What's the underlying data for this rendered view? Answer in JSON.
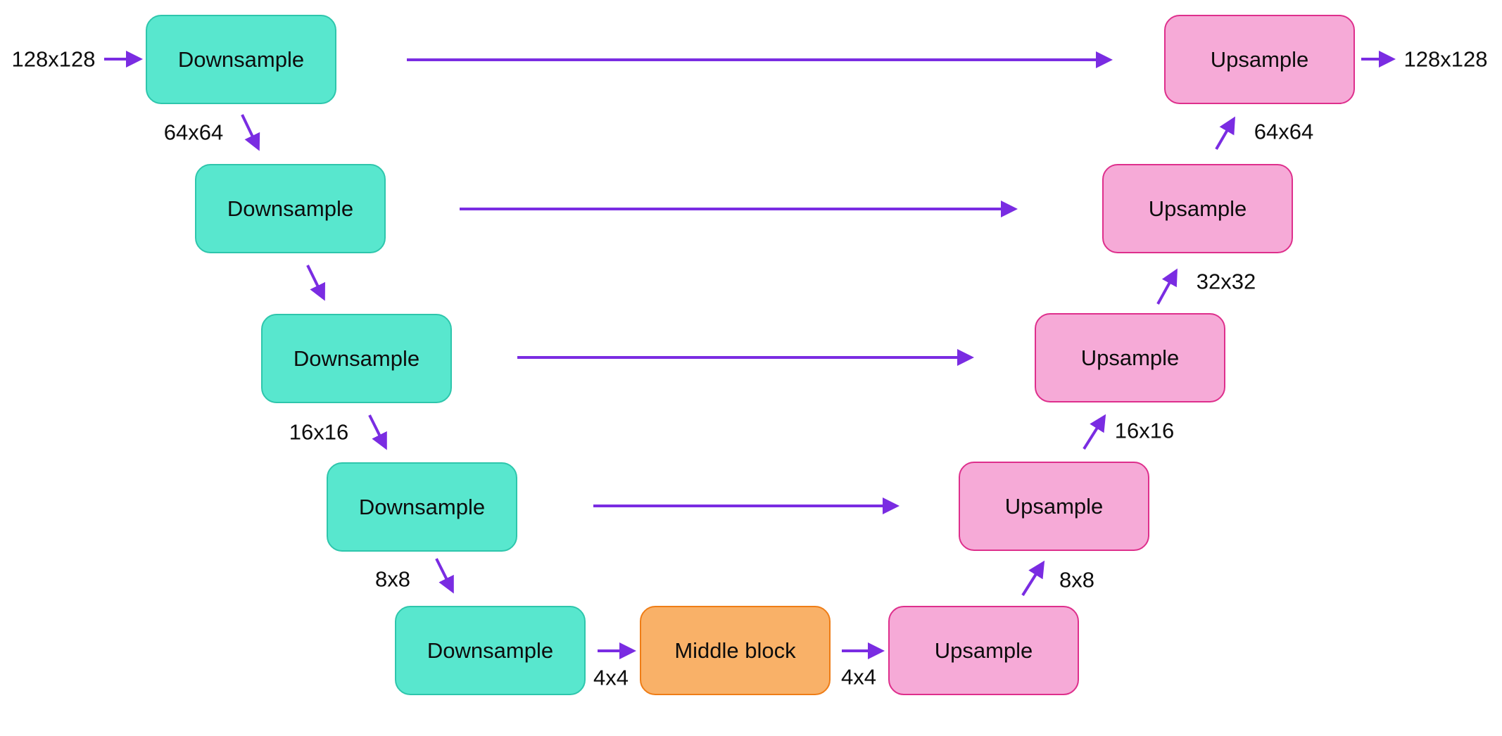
{
  "colors": {
    "background": "#ffffff",
    "text": "#0d0d0d",
    "downsample_fill": "#58e7ce",
    "downsample_border": "#2ec6ac",
    "upsample_fill": "#f6aad7",
    "upsample_border": "#de2f8c",
    "middle_fill": "#f9b168",
    "middle_border": "#ef7d16",
    "arrow": "#7a2ce2"
  },
  "blocks": {
    "downsample": [
      {
        "label": "Downsample"
      },
      {
        "label": "Downsample"
      },
      {
        "label": "Downsample"
      },
      {
        "label": "Downsample"
      },
      {
        "label": "Downsample"
      }
    ],
    "middle": {
      "label": "Middle block"
    },
    "upsample": [
      {
        "label": "Upsample"
      },
      {
        "label": "Upsample"
      },
      {
        "label": "Upsample"
      },
      {
        "label": "Upsample"
      },
      {
        "label": "Upsample"
      }
    ]
  },
  "size_labels": {
    "input": "128x128",
    "output": "128x128",
    "left_64": "64x64",
    "left_16": "16x16",
    "left_8": "8x8",
    "right_64": "64x64",
    "right_32": "32x32",
    "right_16": "16x16",
    "right_8": "8x8",
    "bottleneck_left_4": "4x4",
    "bottleneck_right_4": "4x4"
  }
}
